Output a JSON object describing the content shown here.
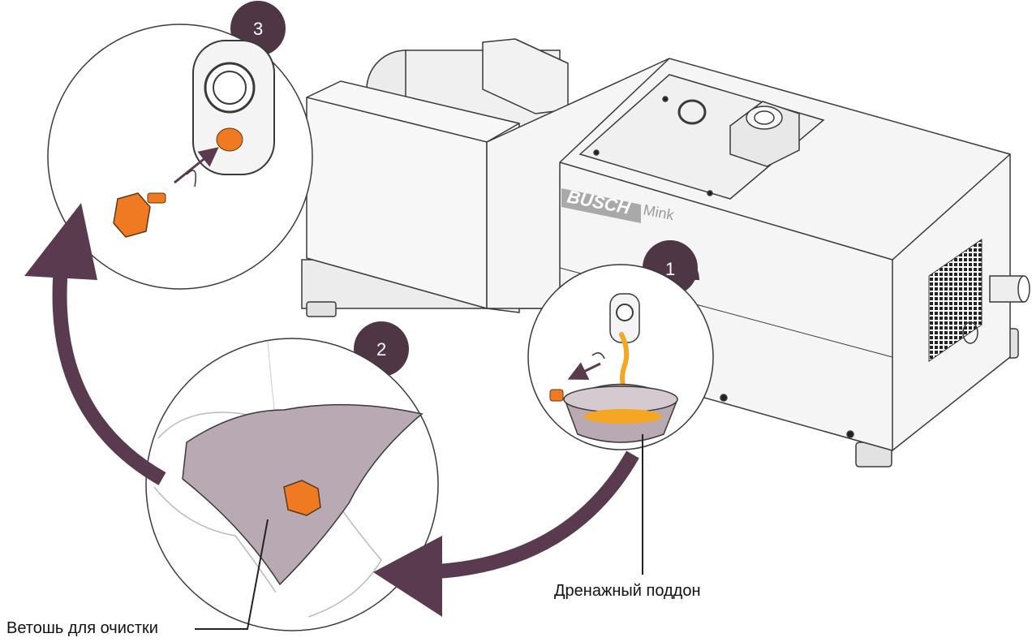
{
  "labels": {
    "drain_pan": "Дренажный поддон",
    "cleaning_rag": "Ветошь для очистки"
  },
  "pump": {
    "brand": "BUSCH",
    "model": "Mink"
  },
  "steps": [
    {
      "number": "1"
    },
    {
      "number": "2"
    },
    {
      "number": "3"
    }
  ],
  "colors": {
    "arrow": "#5a3a4e",
    "badge": "#4f3645",
    "oil": "#f5a623",
    "plug": "#f07a22",
    "pan": "#b9a9b2",
    "rag": "#b9a9b2",
    "outline": "#3a3a3a"
  },
  "icons": [
    "rotate-arrow-icon",
    "move-arrow-icon",
    "oil-drop-icon"
  ]
}
